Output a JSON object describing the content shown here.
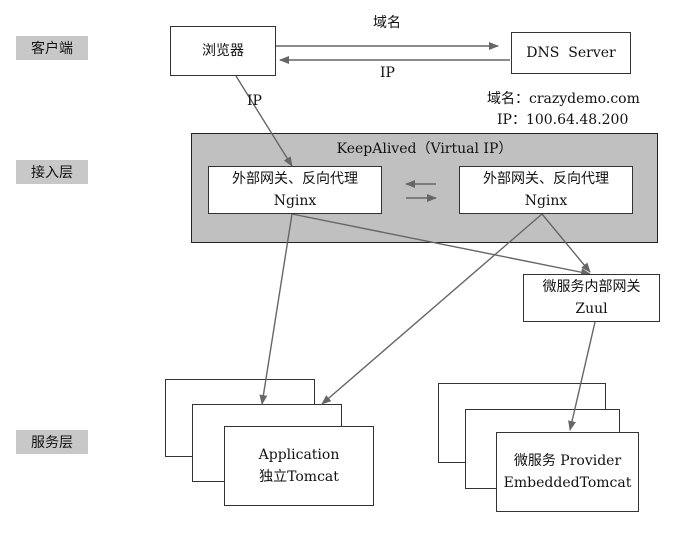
{
  "layers": {
    "client": "客户端",
    "access": "接入层",
    "service": "服务层"
  },
  "client": {
    "browser": "浏览器",
    "dns_server": "DNS  Server",
    "domain_edge_label": "域名",
    "ip_edge_label": "IP",
    "browser_to_nginx_label": "IP",
    "dns_info": {
      "domain": "域名：crazydemo.com",
      "ip": "IP：100.64.48.200"
    }
  },
  "access": {
    "keepalived_title": "KeepAlived（Virtual IP）",
    "nginx_left": {
      "line1": "外部网关、反向代理",
      "line2": "Nginx"
    },
    "nginx_right": {
      "line1": "外部网关、反向代理",
      "line2": "Nginx"
    },
    "zuul": {
      "line1": "微服务内部网关",
      "line2": "Zuul"
    }
  },
  "service": {
    "application": {
      "line1": "Application",
      "line2": "独立Tomcat"
    },
    "provider": {
      "line1": "微服务 Provider",
      "line2": "EmbeddedTomcat"
    }
  },
  "colors": {
    "layer_label_bg": "#c8c8c8",
    "keepalived_bg": "#c0c0c0",
    "arrow": "#666666"
  }
}
